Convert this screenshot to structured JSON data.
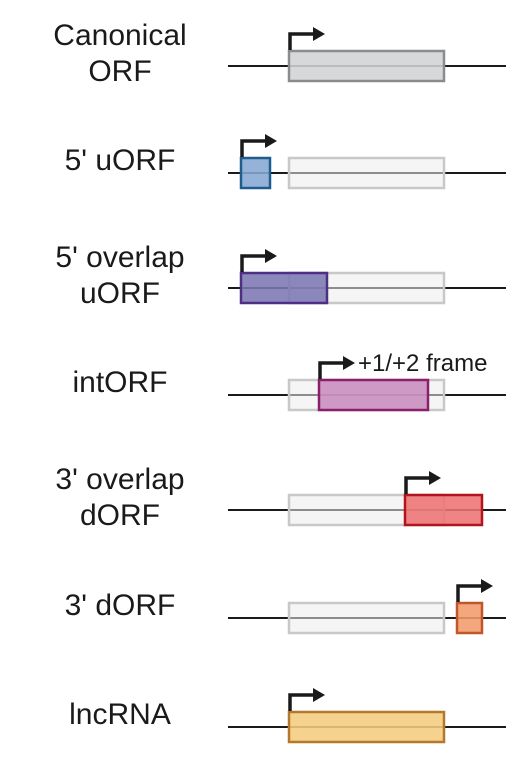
{
  "rows": [
    {
      "label_lines": [
        "Canonical",
        "ORF"
      ],
      "ghost": false,
      "orf_fill": "#d1d3d4",
      "orf_stroke": "#8a8d90"
    },
    {
      "label_lines": [
        "5' uORF"
      ],
      "ghost": true,
      "orf_fill": "#86a8d3",
      "orf_stroke": "#1e5d8c"
    },
    {
      "label_lines": [
        "5' overlap",
        "uORF"
      ],
      "ghost": true,
      "orf_fill": "#7c78b3",
      "orf_stroke": "#4e2f83"
    },
    {
      "label_lines": [
        "intORF"
      ],
      "ghost": true,
      "orf_fill": "#c98cbf",
      "orf_stroke": "#8b1f6c",
      "annotation": "+1/+2 frame"
    },
    {
      "label_lines": [
        "3' overlap",
        "dORF"
      ],
      "ghost": true,
      "orf_fill": "#ee7272",
      "orf_stroke": "#b1141c"
    },
    {
      "label_lines": [
        "3' dORF"
      ],
      "ghost": true,
      "orf_fill": "#f39a6a",
      "orf_stroke": "#c0562a"
    },
    {
      "label_lines": [
        "lncRNA"
      ],
      "ghost": false,
      "orf_fill": "#f4cd80",
      "orf_stroke": "#b5772b"
    }
  ],
  "ghost_cds": {
    "fill": "#ececec",
    "stroke": "#c8c8c8"
  },
  "icons": {
    "start_site": "bent-arrow-icon"
  }
}
